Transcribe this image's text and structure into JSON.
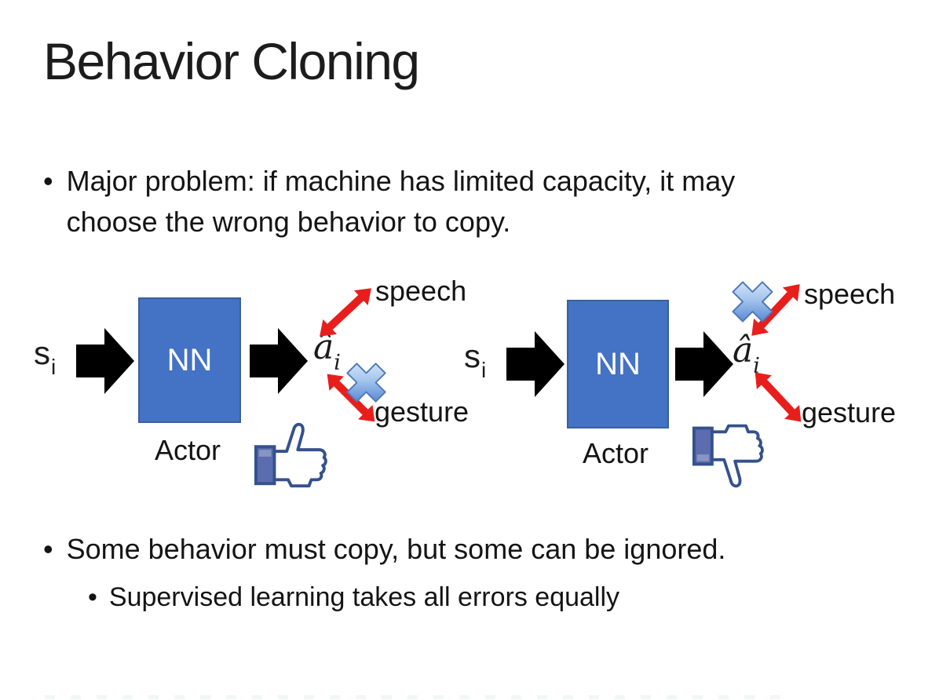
{
  "slide": {
    "title": "Behavior Cloning",
    "bullet_marker": "•",
    "bullets": {
      "major_problem": "Major problem: if machine has limited capacity, it may choose the wrong behavior to copy.",
      "some_behavior": "Some behavior must copy, but some can be ignored.",
      "supervised": "Supervised learning takes all errors equally"
    }
  },
  "diagram": {
    "input_label": "s",
    "input_subscript": "i",
    "network_label": "NN",
    "network_caption": "Actor",
    "output_label": "â",
    "output_subscript": "i",
    "action_speech": "speech",
    "action_gesture": "gesture"
  },
  "icons": {
    "block_arrow": "black-block-arrow",
    "double_arrow": "red-double-headed-arrow",
    "cross_out": "glossy-blue-x-cross",
    "thumbs_up": "like-thumb-up",
    "thumbs_down": "dislike-thumb-down"
  },
  "colors": {
    "background": "#FFFFFF",
    "text": "#1C1C1C",
    "nn_box_fill": "#4472C4",
    "nn_box_border": "#3A5F9B",
    "nn_text": "#FFFFFF",
    "black_arrow": "#000000",
    "red_arrow": "#E81E1C",
    "cross_blue_dark": "#3A6FC6",
    "cross_blue_light": "#EAF3FC",
    "thumb_outline": "#34518C",
    "thumb_cuff": "#5B6DAE"
  }
}
